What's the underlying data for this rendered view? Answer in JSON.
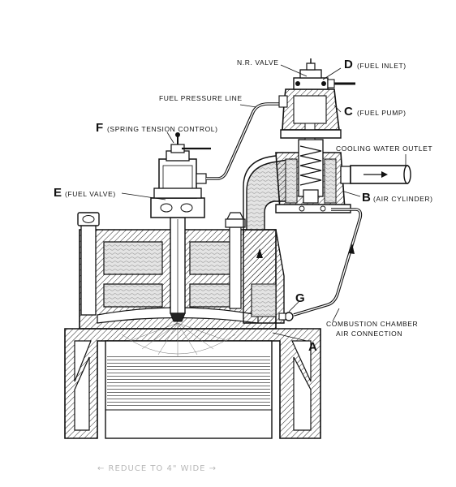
{
  "labels": {
    "nr_valve": "N.R. VALVE",
    "d_letter": "D",
    "d_text": "(FUEL INLET)",
    "c_letter": "C",
    "c_text": "(FUEL PUMP)",
    "fuel_pressure_line": "FUEL PRESSURE LINE",
    "f_letter": "F",
    "f_text": "(SPRING TENSION CONTROL)",
    "cooling_water_outlet": "COOLING WATER OUTLET",
    "e_letter": "E",
    "e_text": "(FUEL VALVE)",
    "b_letter": "B",
    "b_text": "(AIR CYLINDER)",
    "g_letter": "G",
    "a_letter": "A",
    "combustion_line1": "COMBUSTION CHAMBER",
    "combustion_line2": "AIR CONNECTION"
  },
  "note": "← REDUCE TO 4\" WIDE →",
  "colors": {
    "ink": "#111111",
    "water": "#d9d9d9",
    "paper": "#ffffff",
    "pencil": "#b8b8b8"
  }
}
